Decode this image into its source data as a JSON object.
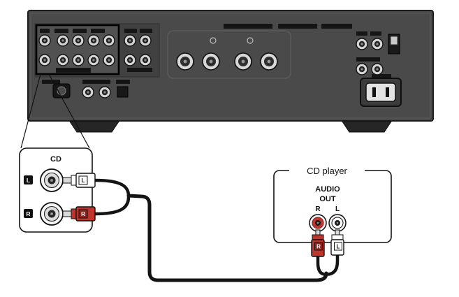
{
  "colors": {
    "panel_gray": "#4a4a4a",
    "plug_red": "#bf352c",
    "plug_red_dark": "#8e2420",
    "cable_black": "#141414"
  },
  "amp_callout": {
    "title": "CD",
    "jack_label_l": "L",
    "jack_label_r": "R",
    "plug_label_l": "L",
    "plug_label_r": "R"
  },
  "cd_player": {
    "title": "CD player",
    "audio_label": "AUDIO",
    "out_label": "OUT",
    "jack_label_r": "R",
    "jack_label_l": "L",
    "plug_label_r": "R",
    "plug_label_l": "L"
  }
}
